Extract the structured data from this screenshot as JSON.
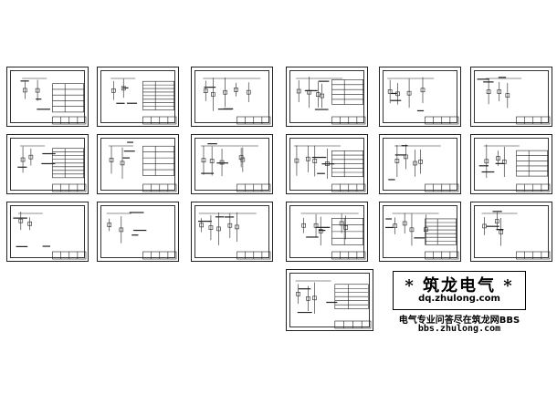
{
  "stamp": {
    "title": "* 筑龙电气 *",
    "url": "dq.zhulong.com",
    "tagline": "电气专业问答尽在筑龙网BBS",
    "bbs": "bbs.zhulong.com"
  },
  "colors": {
    "line": "#222222",
    "background": "#ffffff"
  }
}
